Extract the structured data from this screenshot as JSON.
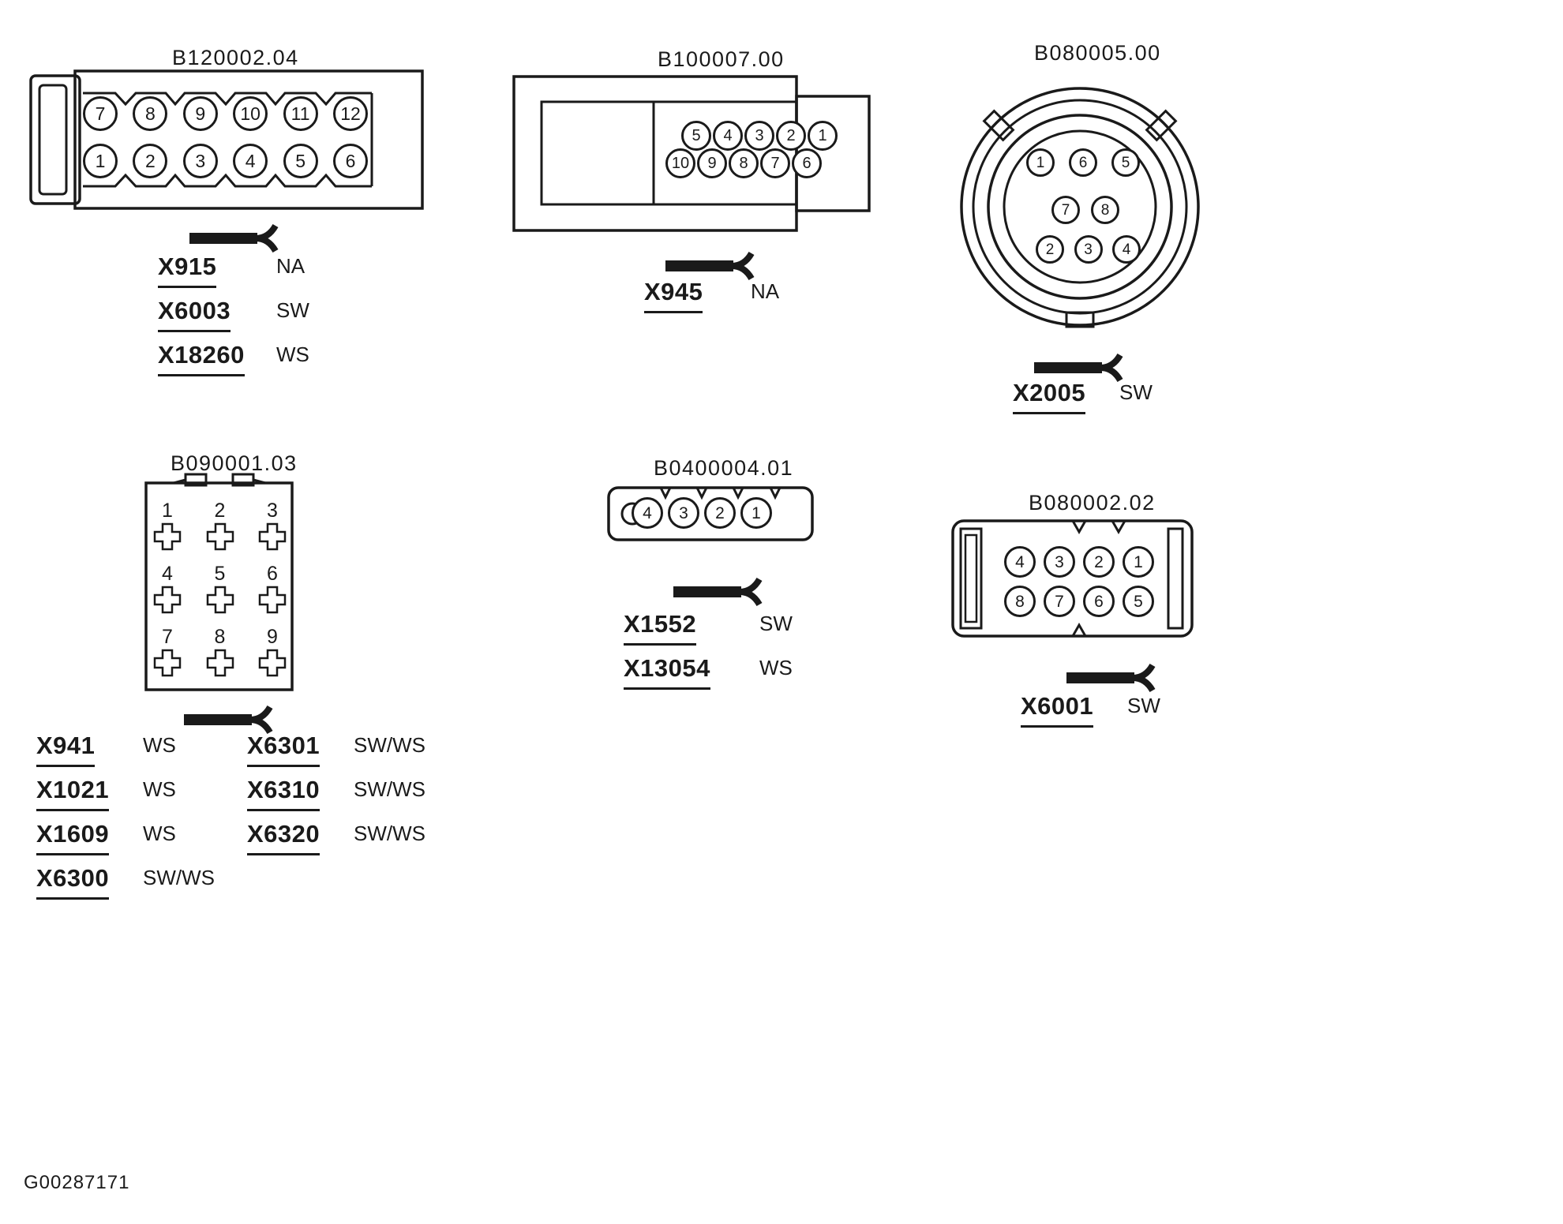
{
  "page": {
    "background": "#ffffff",
    "ink": "#1a1a1a",
    "footer_code": "G00287171"
  },
  "connectors": [
    {
      "title": "B120002.04",
      "shape": "rectangular-12-pin-with-latch",
      "pin_rows": [
        [
          "7",
          "8",
          "9",
          "10",
          "11",
          "12"
        ],
        [
          "1",
          "2",
          "3",
          "4",
          "5",
          "6"
        ]
      ],
      "labels": [
        {
          "id": "X915",
          "color": "NA"
        },
        {
          "id": "X6003",
          "color": "SW"
        },
        {
          "id": "X18260",
          "color": "WS"
        }
      ]
    },
    {
      "title": "B100007.00",
      "shape": "rectangular-10-pin-staggered",
      "pin_rows": [
        [
          "5",
          "4",
          "3",
          "2",
          "1"
        ],
        [
          "10",
          "9",
          "8",
          "7",
          "6"
        ]
      ],
      "labels": [
        {
          "id": "X945",
          "color": "NA"
        }
      ]
    },
    {
      "title": "B080005.00",
      "shape": "round-8-pin",
      "pin_rows": [
        [
          "1",
          "6",
          "5"
        ],
        [
          "7",
          "8"
        ],
        [
          "2",
          "3",
          "4"
        ]
      ],
      "labels": [
        {
          "id": "X2005",
          "color": "SW"
        }
      ]
    },
    {
      "title": "B090001.03",
      "shape": "rectangular-9-pin-cross-terminals",
      "pin_rows": [
        [
          "1",
          "2",
          "3"
        ],
        [
          "4",
          "5",
          "6"
        ],
        [
          "7",
          "8",
          "9"
        ]
      ],
      "labels_left": [
        {
          "id": "X941",
          "color": "WS"
        },
        {
          "id": "X1021",
          "color": "WS"
        },
        {
          "id": "X1609",
          "color": "WS"
        },
        {
          "id": "X6300",
          "color": "SW/WS"
        }
      ],
      "labels_right": [
        {
          "id": "X6301",
          "color": "SW/WS"
        },
        {
          "id": "X6310",
          "color": "SW/WS"
        },
        {
          "id": "X6320",
          "color": "SW/WS"
        }
      ]
    },
    {
      "title": "B0400004.01",
      "shape": "inline-4-pin",
      "pin_rows": [
        [
          "4",
          "3",
          "2",
          "1"
        ]
      ],
      "labels": [
        {
          "id": "X1552",
          "color": "SW"
        },
        {
          "id": "X13054",
          "color": "WS"
        }
      ]
    },
    {
      "title": "B080002.02",
      "shape": "rectangular-8-pin",
      "pin_rows": [
        [
          "4",
          "3",
          "2",
          "1"
        ],
        [
          "8",
          "7",
          "6",
          "5"
        ]
      ],
      "labels": [
        {
          "id": "X6001",
          "color": "SW"
        }
      ]
    }
  ]
}
